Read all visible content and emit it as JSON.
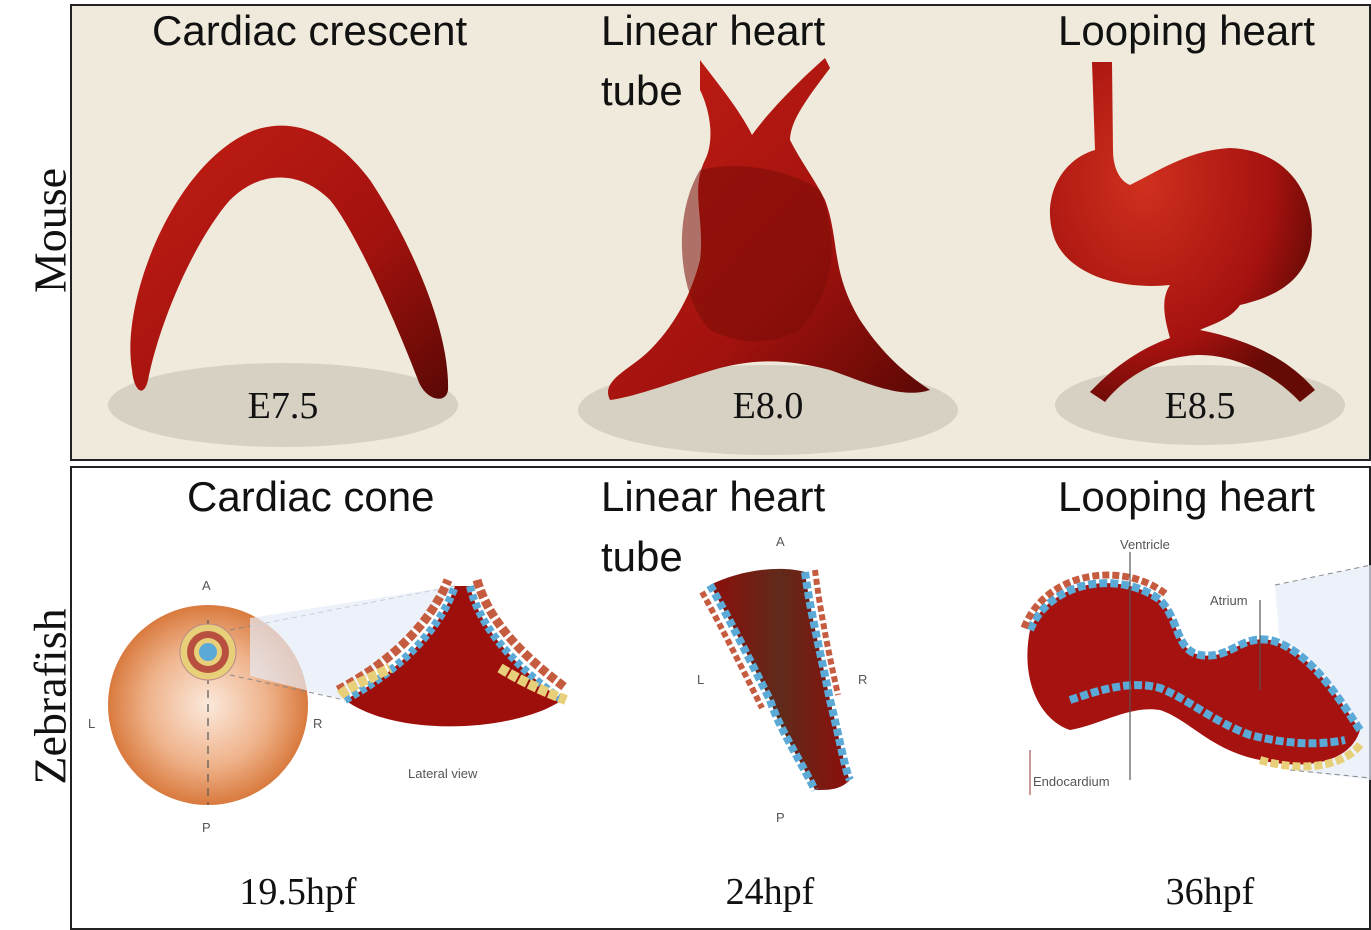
{
  "rows": {
    "mouse": {
      "label": "Mouse",
      "stages": [
        {
          "title": "Cardiac crescent",
          "stage": "E7.5"
        },
        {
          "title_line1": "Linear heart",
          "title_line2": "tube",
          "stage": "E8.0"
        },
        {
          "title": "Looping heart",
          "stage": "E8.5"
        }
      ]
    },
    "zebrafish": {
      "label": "Zebrafish",
      "stages": [
        {
          "title": "Cardiac cone",
          "stage": "19.5hpf",
          "axis": {
            "a": "A",
            "p": "P",
            "l": "L",
            "r": "R"
          },
          "inset_caption": "Lateral view"
        },
        {
          "title_line1": "Linear heart",
          "title_line2": "tube",
          "stage": "24hpf",
          "axis": {
            "a": "A",
            "p": "P",
            "l": "L",
            "r": "R"
          }
        },
        {
          "title": "Looping heart",
          "stage": "36hpf",
          "labels": {
            "ventricle": "Ventricle",
            "atrium": "Atrium",
            "endocardium": "Endocardium"
          }
        }
      ]
    }
  },
  "colors": {
    "myocardium": "#a5120f",
    "endocardium": "#5aa9d6",
    "outer_cells": "#e8d07a",
    "mouse_bg": "#efeadb",
    "shadow": "#d6d1c3"
  }
}
